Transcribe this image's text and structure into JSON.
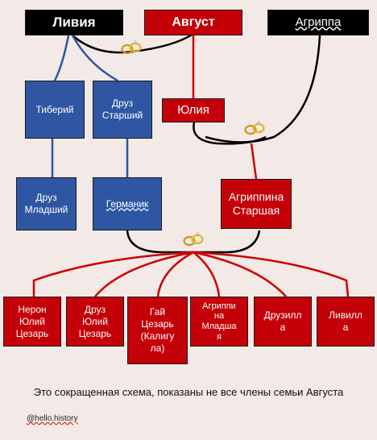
{
  "nodes": {
    "livia": "Ливия",
    "avgust": "Август",
    "agrippa": "Агриппа",
    "tiberiy": "Тиберий",
    "druz_starshiy": "Друз\nСтарший",
    "yuliya": "Юлия",
    "druz_mladshiy": "Друз\nМладший",
    "germanik": "Германик",
    "agrippina_starshaya": "Агриппина\nСтаршая",
    "neron": "Нерон\nЮлий\nЦезарь",
    "druz_yuliy": "Друз\nЮлий\nЦезарь",
    "gay": "Гай\nЦезарь\n(Калигу\nла)",
    "agrippina_mladshaya": "Агриппи\nна\nМладша\nя",
    "druzilla": "Друзилл\nа",
    "livilla": "Ливилл\nа"
  },
  "caption": "Это сокращенная схема, показаны не все члены семьи Августа",
  "handle": "@hello.history",
  "colors": {
    "background": "#f3e9e6",
    "black_box": "#000000",
    "red_box": "#c40008",
    "blue_box": "#2f56a3",
    "blue_line": "#2f56a3",
    "red_line": "#cc0000",
    "black_line": "#000000"
  },
  "icons": [
    "wedding-rings-icon"
  ]
}
